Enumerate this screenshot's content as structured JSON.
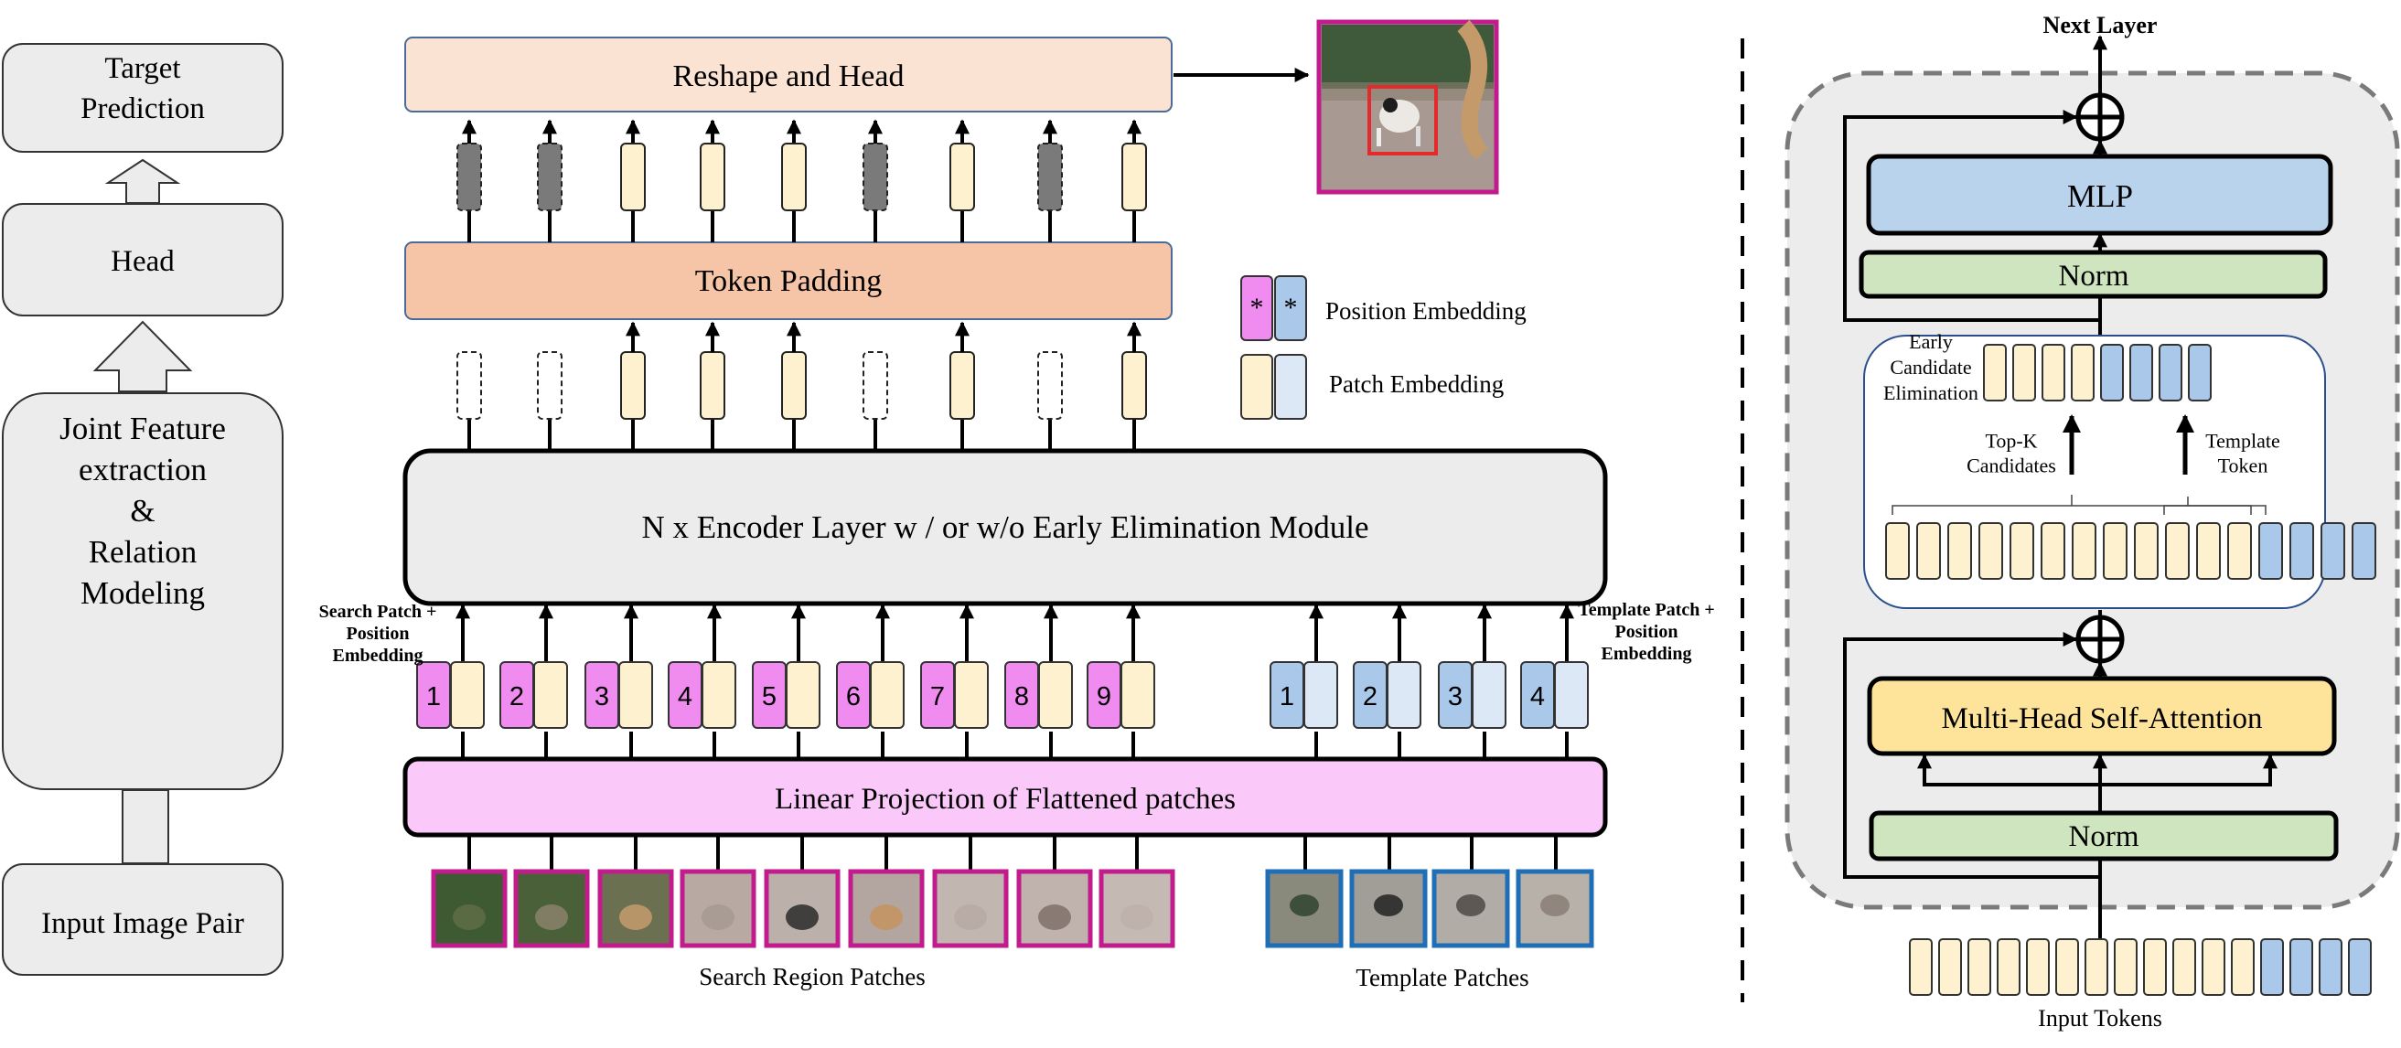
{
  "left_flow": {
    "target": "Target\nPrediction",
    "head": "Head",
    "joint": "Joint Feature\nextraction\n&\nRelation\nModeling",
    "input": "Input Image Pair"
  },
  "middle": {
    "reshape_head": "Reshape and Head",
    "token_padding": "Token Padding",
    "encoder": "N x Encoder Layer w / or w/o Early Elimination Module",
    "linear_projection": "Linear Projection of Flattened patches",
    "search_patch_label": "Search Patch +\nPosition\nEmbedding",
    "template_patch_label": "Template Patch +\nPosition\nEmbedding",
    "search_region_label": "Search Region Patches",
    "template_label": "Template Patches",
    "search_numbers": [
      "1",
      "2",
      "3",
      "4",
      "5",
      "6",
      "7",
      "8",
      "9"
    ],
    "template_numbers": [
      "1",
      "2",
      "3",
      "4"
    ],
    "kept_tokens": [
      false,
      false,
      true,
      true,
      true,
      false,
      true,
      false,
      true
    ]
  },
  "legend": {
    "position_marker": "*",
    "position_embedding": "Position Embedding",
    "patch_embedding": "Patch Embedding"
  },
  "right_block": {
    "next_layer": "Next Layer",
    "mlp": "MLP",
    "norm_top": "Norm",
    "early_elimination": "Early\nCandidate\nElimination",
    "top_k": "Top-K\nCandidates",
    "template_token": "Template\nToken",
    "mhsa": "Multi-Head Self-Attention",
    "norm_bottom": "Norm",
    "input_tokens": "Input Tokens"
  },
  "colors": {
    "search_embed": "#f08cf0",
    "template_embed": "#a9c8ea",
    "patch_yellow": "#fdf1cf",
    "patch_blue": "#dce8f6",
    "dark_token": "#7a7a7a",
    "reshape_fill": "#fbe3d4",
    "padding_fill": "#f6c4a6",
    "linear_fill": "#fbc8fa",
    "encoder_fill": "#ececec",
    "mlp_fill": "#b9d3ec",
    "norm_fill": "#cfe5bf",
    "mhsa_fill": "#fde49a",
    "search_border": "#c21b8e",
    "template_border": "#1f6fb8"
  }
}
